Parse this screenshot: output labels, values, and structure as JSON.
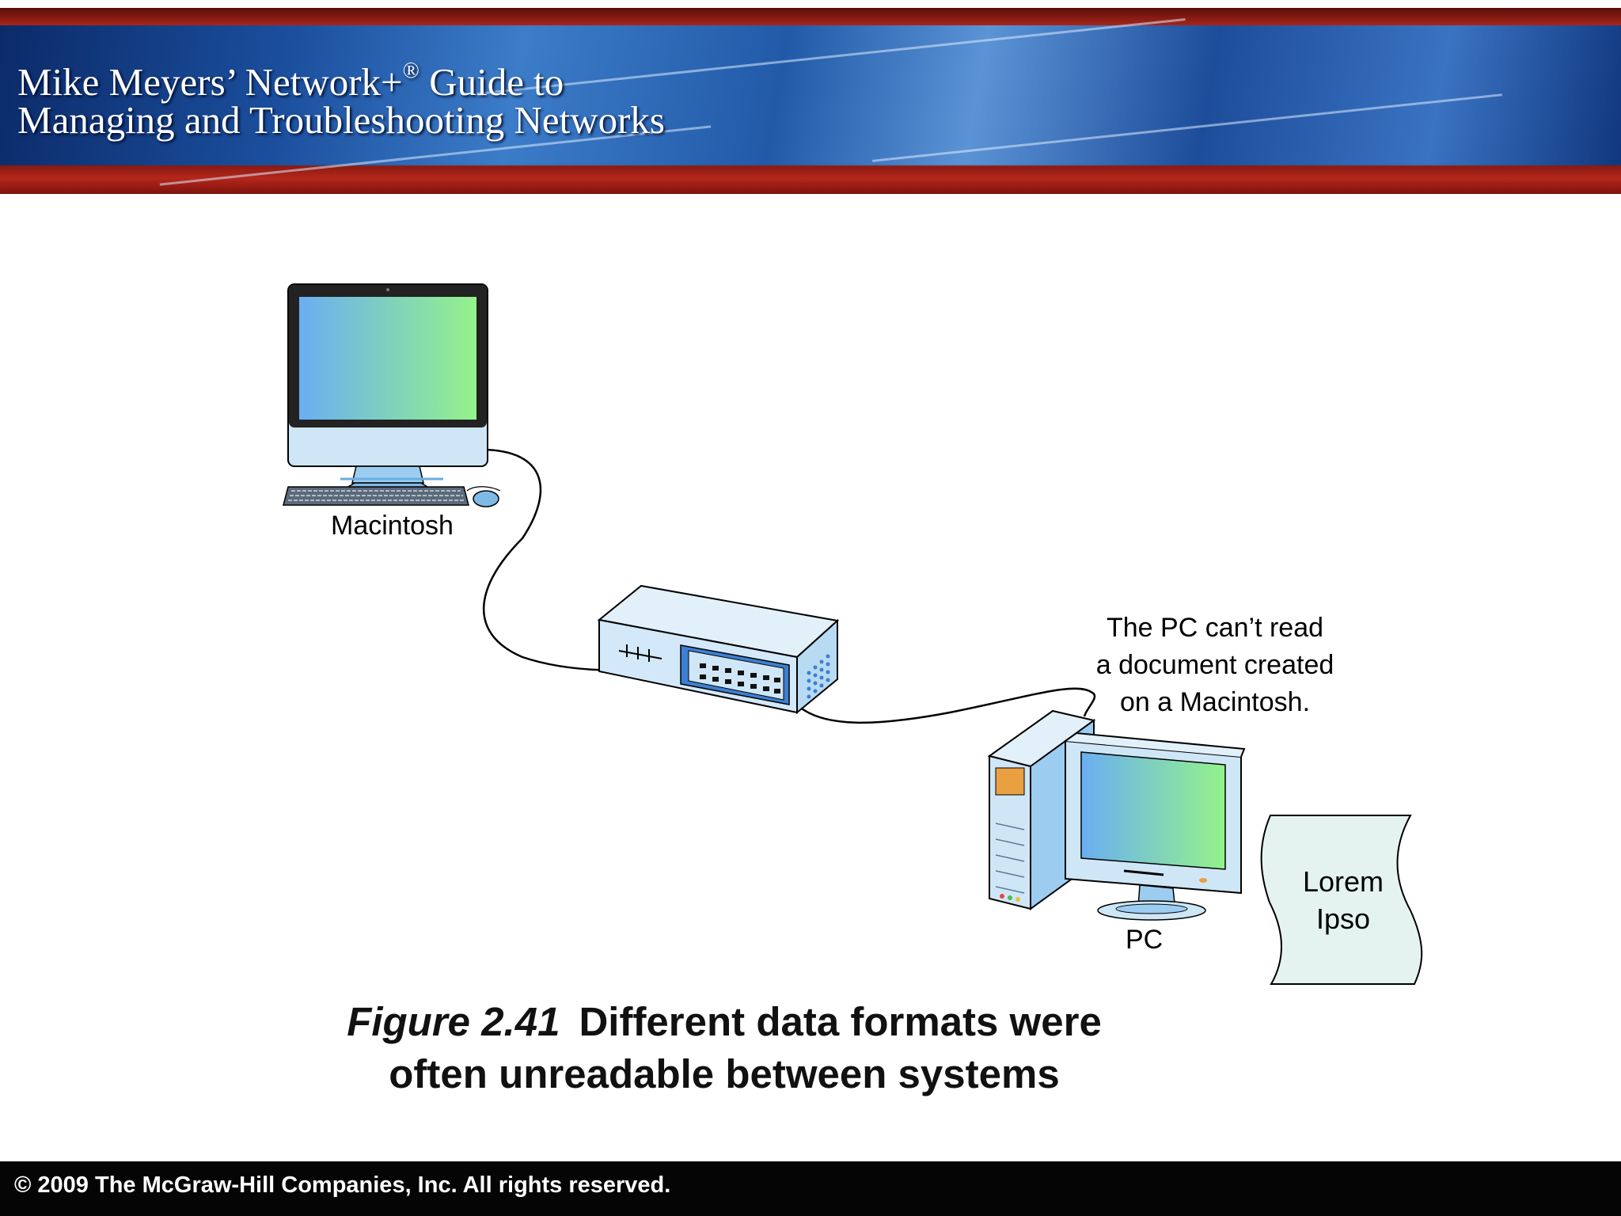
{
  "header": {
    "title_line1_before": "Mike Meyers’ Network+",
    "title_line1_mark": "®",
    "title_line1_after": " Guide to",
    "title_line2": "Managing and Troubleshooting Networks"
  },
  "diagram": {
    "mac_label": "Macintosh",
    "pc_label": "PC",
    "note_lines": [
      "The PC can’t read",
      "a document created",
      "on a Macintosh."
    ],
    "document_lines": [
      "Lorem",
      "Ipso"
    ]
  },
  "caption": {
    "figure_number": "Figure 2.41",
    "line1": "Different data formats were",
    "line2": "often unreadable between systems"
  },
  "footer": {
    "copyright": "© 2009 The McGraw-Hill Companies, Inc. All rights reserved."
  },
  "colors": {
    "screen_start": "#6aaef2",
    "screen_end": "#94f28a",
    "device_fill": "#cfe6f7",
    "header_blue": "#1b4f9e",
    "header_red": "#b5271b"
  }
}
